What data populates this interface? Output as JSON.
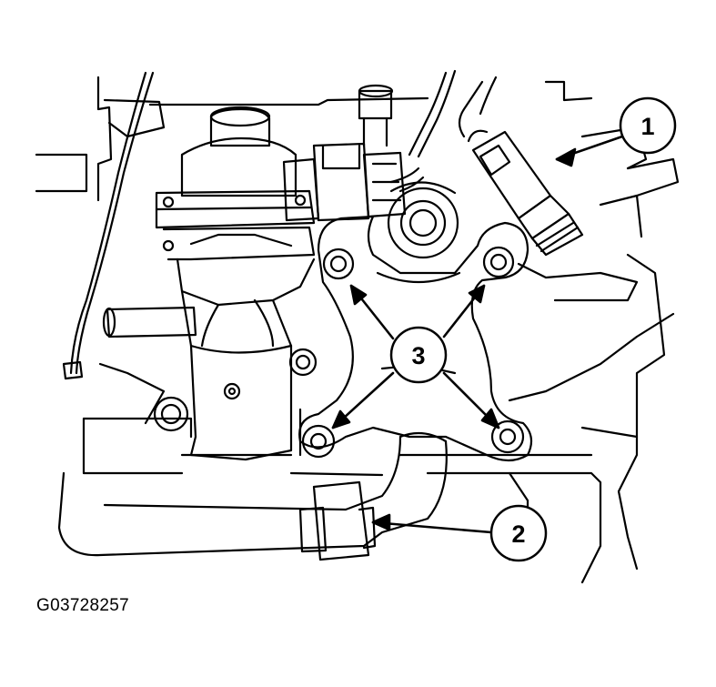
{
  "callouts": [
    {
      "id": "1",
      "label": "1"
    },
    {
      "id": "2",
      "label": "2"
    },
    {
      "id": "3",
      "label": "3"
    }
  ],
  "figure_code": "G03728257",
  "colors": {
    "line": "#000000",
    "background": "#ffffff"
  }
}
